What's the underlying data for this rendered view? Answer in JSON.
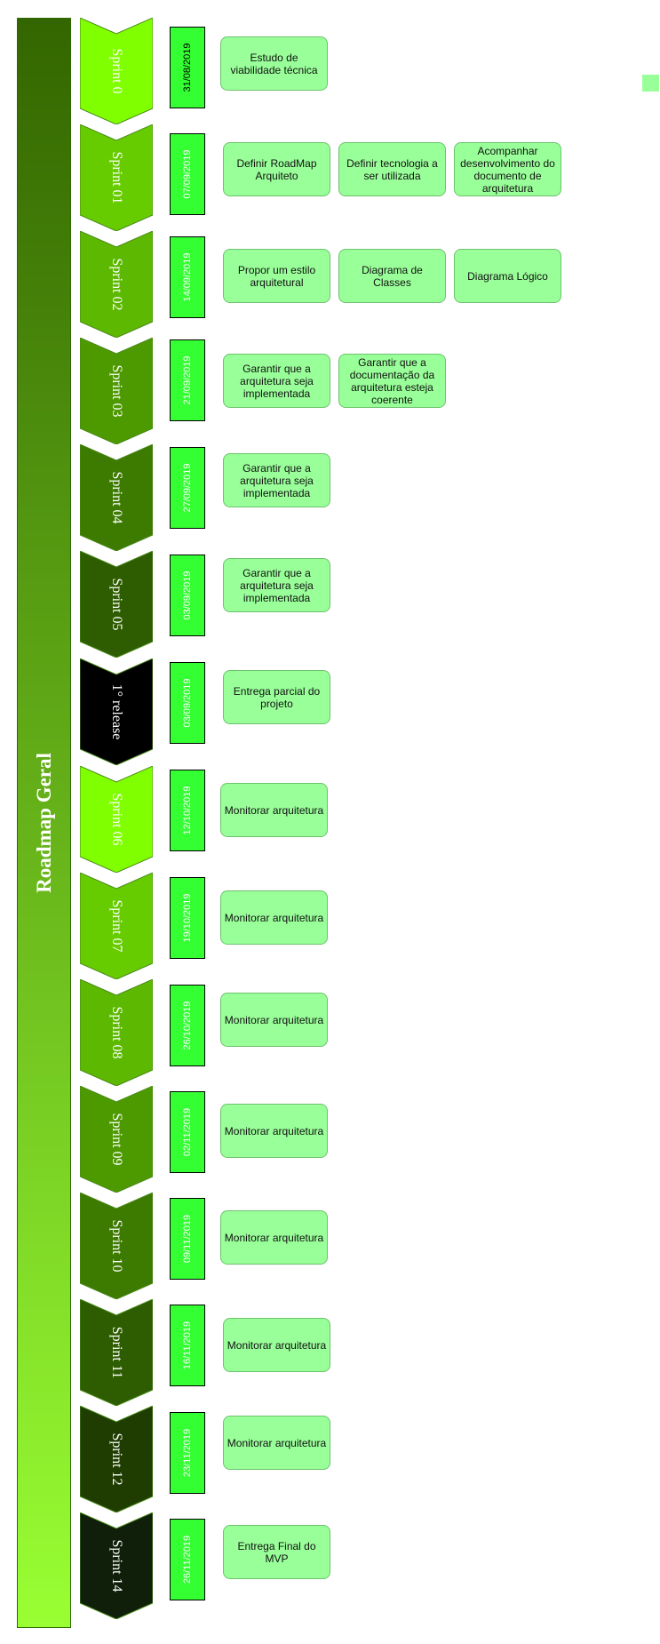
{
  "title": "Roadmap Geral",
  "colors": {
    "title_gradient_top": "#336600",
    "title_gradient_bottom": "#99ff33",
    "date_fill": "#33ff33",
    "task_fill": "#99ff99"
  },
  "sprints": [
    {
      "label": "Sprint 0",
      "color": "#80ff00",
      "date": "31/08/2019",
      "date_color": "#000000",
      "tasks": [
        "Estudo de viabilidade técnica"
      ]
    },
    {
      "label": "Sprint 01",
      "color": "#66cc00",
      "date": "07/09/2019",
      "date_color": "#ffffff",
      "tasks": [
        "Definir RoadMap Arquiteto",
        "Definir tecnologia a ser utilizada",
        "Acompanhar desenvolvimento do documento de arquitetura"
      ]
    },
    {
      "label": "Sprint 02",
      "color": "#5cb800",
      "date": "14/09/2019",
      "date_color": "#ffffff",
      "tasks": [
        "Propor um estilo arquitetural",
        "Diagrama de Classes",
        "Diagrama Lógico"
      ]
    },
    {
      "label": "Sprint 03",
      "color": "#4d9900",
      "date": "21/09/2019",
      "date_color": "#ffffff",
      "tasks": [
        "Garantir que a arquitetura seja implementada",
        "Garantir que a documentação da arquitetura esteja coerente"
      ]
    },
    {
      "label": "Sprint 04",
      "color": "#3d7a00",
      "date": "27/09/2019",
      "date_color": "#ffffff",
      "tasks": [
        "Garantir que a arquitetura seja implementada"
      ]
    },
    {
      "label": "Sprint 05",
      "color": "#2e5c00",
      "date": "03/09/2019",
      "date_color": "#ffffff",
      "tasks": [
        "Garantir que a arquitetura seja implementada"
      ]
    },
    {
      "label": "1° release",
      "color": "#000000",
      "date": "03/09/2019",
      "date_color": "#ffffff",
      "tasks": [
        "Entrega parcial do projeto"
      ]
    },
    {
      "label": "Sprint 06",
      "color": "#80ff00",
      "date": "12/10/2019",
      "date_color": "#ffffff",
      "tasks": [
        "Monitorar arquitetura"
      ]
    },
    {
      "label": "Sprint 07",
      "color": "#66cc00",
      "date": "19/10/2019",
      "date_color": "#ffffff",
      "tasks": [
        "Monitorar arquitetura"
      ]
    },
    {
      "label": "Sprint 08",
      "color": "#5cb800",
      "date": "26/10/2019",
      "date_color": "#ffffff",
      "tasks": [
        "Monitorar arquitetura"
      ]
    },
    {
      "label": "Sprint 09",
      "color": "#4d9900",
      "date": "02/11/2019",
      "date_color": "#ffffff",
      "tasks": [
        "Monitorar arquitetura"
      ]
    },
    {
      "label": "Sprint 10",
      "color": "#3d7a00",
      "date": "09/11/2019",
      "date_color": "#ffffff",
      "tasks": [
        "Monitorar arquitetura"
      ]
    },
    {
      "label": "Sprint 11",
      "color": "#2e5c00",
      "date": "16/11/2019",
      "date_color": "#ffffff",
      "tasks": [
        "Monitorar arquitetura"
      ]
    },
    {
      "label": "Sprint 12",
      "color": "#1f3d00",
      "date": "23/11/2019",
      "date_color": "#ffffff",
      "tasks": [
        "Monitorar arquitetura"
      ]
    },
    {
      "label": "Sprint 14",
      "color": "#0f1f0a",
      "date": "26/11/2019",
      "date_color": "#ffffff",
      "tasks": [
        "Entrega Final do MVP"
      ]
    }
  ]
}
